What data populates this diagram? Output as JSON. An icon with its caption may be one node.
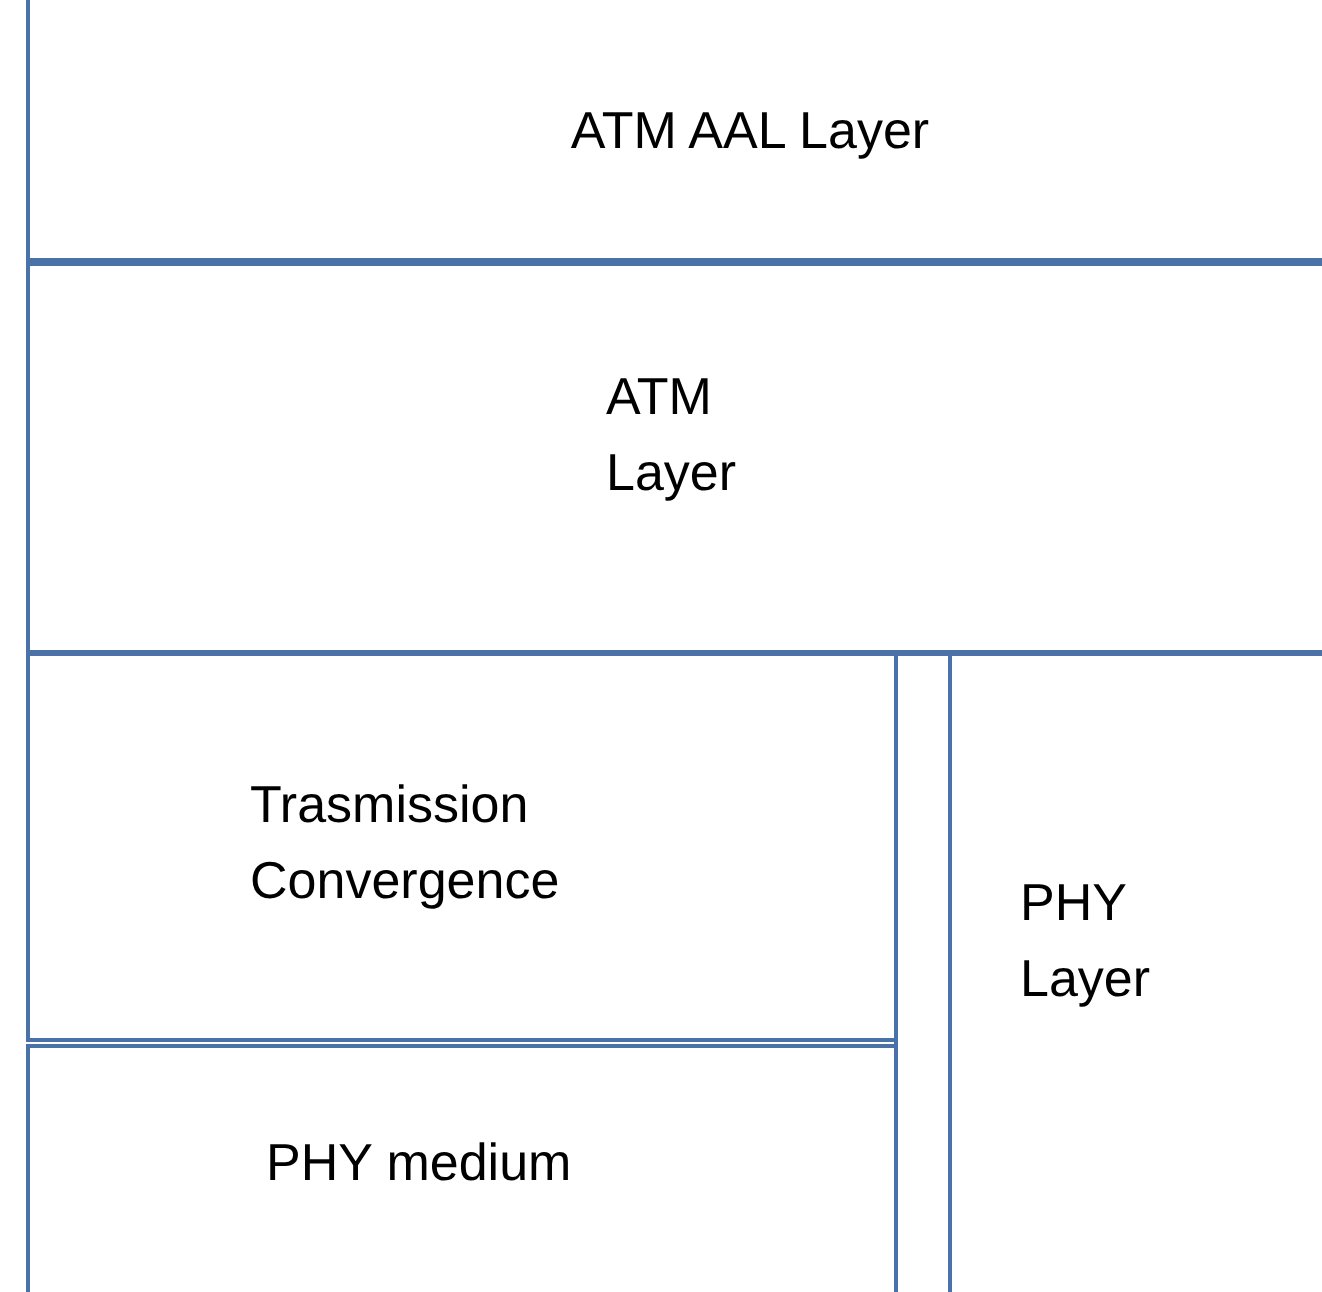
{
  "diagram": {
    "nodes": [
      {
        "text": [
          "ATM AAL Layer"
        ]
      },
      {
        "text": [
          "ATM Layer"
        ]
      },
      {
        "text": [
          "Trasmission Convergence"
        ]
      },
      {
        "text": [
          "PHY medium"
        ]
      },
      {
        "text": [],
        "shape": "box"
      },
      {
        "text": [
          "PHY Layer"
        ]
      }
    ]
  }
}
